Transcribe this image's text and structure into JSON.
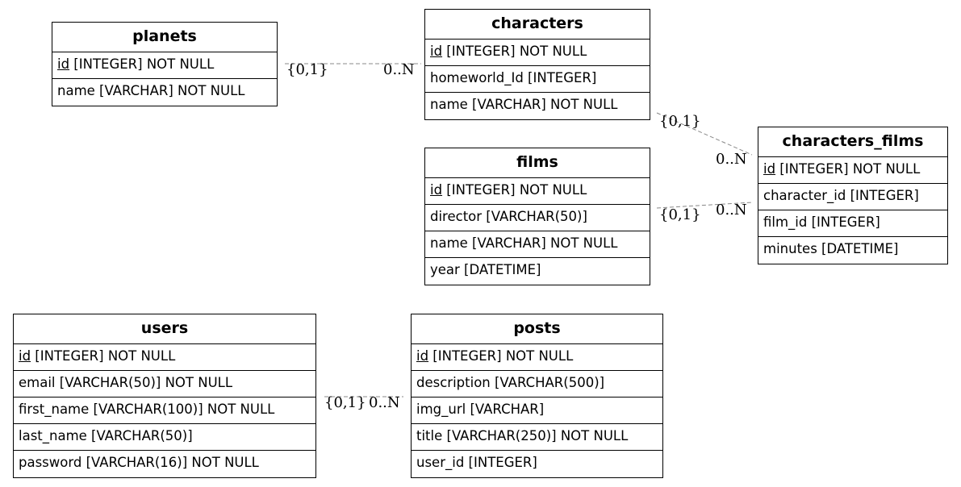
{
  "entities": [
    {
      "name": "planets",
      "attributes": [
        {
          "name": "id",
          "type": " [INTEGER] NOT NULL",
          "pk": true
        },
        {
          "name": "name",
          "type": " [VARCHAR] NOT NULL",
          "pk": false
        }
      ]
    },
    {
      "name": "characters",
      "attributes": [
        {
          "name": "id",
          "type": " [INTEGER] NOT NULL",
          "pk": true
        },
        {
          "name": "homeworld_Id",
          "type": " [INTEGER]",
          "pk": false
        },
        {
          "name": "name",
          "type": " [VARCHAR] NOT NULL",
          "pk": false
        }
      ]
    },
    {
      "name": "films",
      "attributes": [
        {
          "name": "id",
          "type": " [INTEGER] NOT NULL",
          "pk": true
        },
        {
          "name": "director",
          "type": " [VARCHAR(50)]",
          "pk": false
        },
        {
          "name": "name",
          "type": " [VARCHAR] NOT NULL",
          "pk": false
        },
        {
          "name": "year",
          "type": " [DATETIME]",
          "pk": false
        }
      ]
    },
    {
      "name": "characters_films",
      "attributes": [
        {
          "name": "id",
          "type": " [INTEGER] NOT NULL",
          "pk": true
        },
        {
          "name": "character_id",
          "type": " [INTEGER]",
          "pk": false
        },
        {
          "name": "film_id",
          "type": " [INTEGER]",
          "pk": false
        },
        {
          "name": "minutes",
          "type": " [DATETIME]",
          "pk": false
        }
      ]
    },
    {
      "name": "users",
      "attributes": [
        {
          "name": "id",
          "type": " [INTEGER] NOT NULL",
          "pk": true
        },
        {
          "name": "email",
          "type": " [VARCHAR(50)] NOT NULL",
          "pk": false
        },
        {
          "name": "first_name",
          "type": " [VARCHAR(100)] NOT NULL",
          "pk": false
        },
        {
          "name": "last_name",
          "type": " [VARCHAR(50)]",
          "pk": false
        },
        {
          "name": "password",
          "type": " [VARCHAR(16)] NOT NULL",
          "pk": false
        }
      ]
    },
    {
      "name": "posts",
      "attributes": [
        {
          "name": "id",
          "type": " [INTEGER] NOT NULL",
          "pk": true
        },
        {
          "name": "description",
          "type": " [VARCHAR(500)]",
          "pk": false
        },
        {
          "name": "img_url",
          "type": " [VARCHAR]",
          "pk": false
        },
        {
          "name": "title",
          "type": " [VARCHAR(250)] NOT NULL",
          "pk": false
        },
        {
          "name": "user_id",
          "type": " [INTEGER]",
          "pk": false
        }
      ]
    }
  ],
  "relationships": [
    {
      "from": "planets",
      "to": "characters",
      "from_card": "{0,1}",
      "to_card": "0..N"
    },
    {
      "from": "characters",
      "to": "characters_films",
      "from_card": "{0,1}",
      "to_card": "0..N"
    },
    {
      "from": "films",
      "to": "characters_films",
      "from_card": "{0,1}",
      "to_card": "0..N"
    },
    {
      "from": "users",
      "to": "posts",
      "from_card": "{0,1}",
      "to_card": "0..N"
    }
  ],
  "colors": {
    "edge": "#888888",
    "border": "#000000"
  }
}
